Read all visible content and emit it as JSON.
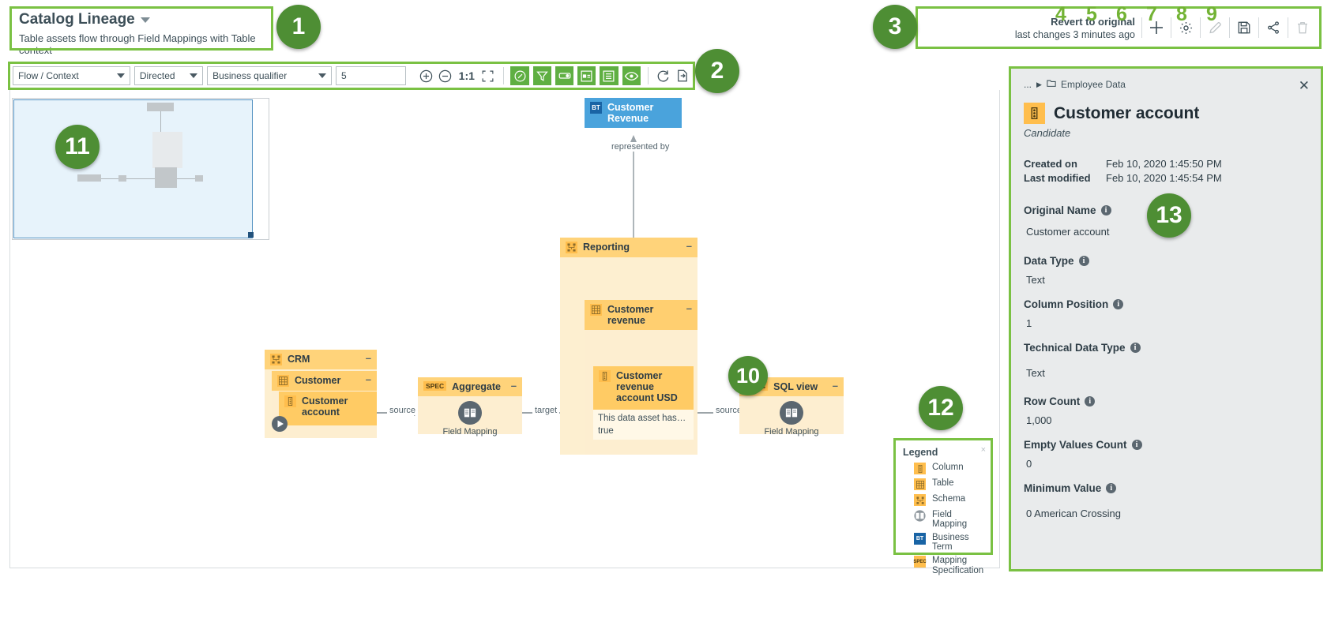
{
  "header": {
    "title": "Catalog Lineage",
    "subtitle": "Table assets flow through Field Mappings with Table context",
    "dropdown_icon": "caret-down-icon"
  },
  "revert": {
    "title": "Revert to original",
    "subtitle": "last changes 3 minutes ago",
    "actions": [
      {
        "name": "add-icon",
        "glyph": "+"
      },
      {
        "name": "settings-gear-icon",
        "glyph": "gear"
      },
      {
        "name": "edit-pencil-icon",
        "glyph": "pencil"
      },
      {
        "name": "save-disk-icon",
        "glyph": "disk"
      },
      {
        "name": "share-icon",
        "glyph": "share"
      },
      {
        "name": "delete-trash-icon",
        "glyph": "trash"
      }
    ]
  },
  "toolbar": {
    "scope_select": "Flow / Context",
    "direction_select": "Directed",
    "qualifier_select": "Business qualifier",
    "depth_value": "5",
    "zoom_ratio": "1:1",
    "icons": [
      {
        "name": "zoom-in-icon"
      },
      {
        "name": "zoom-out-icon"
      },
      {
        "name": "fit-screen-icon"
      }
    ],
    "toggle_buttons": [
      {
        "name": "compass-icon"
      },
      {
        "name": "filter-icon"
      },
      {
        "name": "label-tag-icon"
      },
      {
        "name": "layout-icon"
      },
      {
        "name": "list-icon"
      },
      {
        "name": "visibility-eye-icon"
      }
    ],
    "refresh_icon": "refresh-icon",
    "export_icon": "export-icon",
    "search_icon": "search-icon",
    "popout_icon": "popout-icon"
  },
  "graph": {
    "business_term": {
      "badge": "BT",
      "label": "Customer Revenue"
    },
    "edge_represented_by": "represented by",
    "crm_schema": {
      "label": "CRM",
      "collapse": "–"
    },
    "crm_table": {
      "label": "Customer",
      "collapse": "–"
    },
    "crm_column": {
      "label": "Customer account"
    },
    "aggregate_spec": {
      "badge": "SPEC",
      "label": "Aggregate",
      "collapse": "–",
      "caption": "Field Mapping"
    },
    "edge_source_left": "source",
    "edge_target": "target",
    "reporting_schema": {
      "label": "Reporting",
      "collapse": "–"
    },
    "reporting_table": {
      "label": "Customer revenue",
      "collapse": "–"
    },
    "reporting_column": {
      "label": "Customer revenue account USD",
      "desc1": "This data asset has…",
      "desc2": "true"
    },
    "edge_source_right": "source",
    "sql_view_spec": {
      "badge": "SPEC",
      "label": "SQL view",
      "collapse": "–",
      "caption": "Field Mapping"
    }
  },
  "legend": {
    "title": "Legend",
    "close": "×",
    "items": [
      {
        "swatch": "column-icon",
        "label": "Column"
      },
      {
        "swatch": "table-icon",
        "label": "Table"
      },
      {
        "swatch": "schema-icon",
        "label": "Schema"
      },
      {
        "swatch": "field-mapping-icon",
        "label": "Field Mapping"
      },
      {
        "swatch": "business-term-icon",
        "label": "Business Term"
      },
      {
        "swatch": "mapping-specification-icon",
        "label": "Mapping Specification"
      }
    ]
  },
  "right_panel": {
    "breadcrumb_ellipsis": "...",
    "breadcrumb_caret": "▶",
    "breadcrumb_item": "Employee Data",
    "close": "✕",
    "asset_icon": "column-icon",
    "title": "Customer account",
    "status": "Candidate",
    "meta": [
      {
        "key": "Created on",
        "value": "Feb 10, 2020 1:45:50 PM"
      },
      {
        "key": "Last modified",
        "value": "Feb 10, 2020 1:45:54 PM"
      }
    ],
    "fields": [
      {
        "label": "Original Name",
        "value": "Customer account"
      },
      {
        "label": "Data Type",
        "value": "Text"
      },
      {
        "label": "Column Position",
        "value": "1"
      },
      {
        "label": "Technical Data Type",
        "value": "Text"
      },
      {
        "label": "Row Count",
        "value": "1,000"
      },
      {
        "label": "Empty Values Count",
        "value": "0"
      },
      {
        "label": "Minimum Value",
        "value": "0 American Crossing"
      }
    ]
  },
  "annotations": [
    {
      "id": "1",
      "kind": "badge"
    },
    {
      "id": "2",
      "kind": "badge"
    },
    {
      "id": "3",
      "kind": "badge"
    },
    {
      "id": "4",
      "kind": "label"
    },
    {
      "id": "5",
      "kind": "label"
    },
    {
      "id": "6",
      "kind": "label"
    },
    {
      "id": "7",
      "kind": "label"
    },
    {
      "id": "8",
      "kind": "label"
    },
    {
      "id": "9",
      "kind": "label"
    },
    {
      "id": "10",
      "kind": "badge"
    },
    {
      "id": "11",
      "kind": "badge"
    },
    {
      "id": "12",
      "kind": "badge"
    },
    {
      "id": "13",
      "kind": "badge"
    }
  ],
  "colors": {
    "accent_green": "#7ac143",
    "badge_green": "#4e8e34",
    "button_green": "#5faf42",
    "node_orange": "#ffcb64",
    "node_orange_light": "#fdeed0",
    "business_term_blue": "#4aa3dc"
  }
}
